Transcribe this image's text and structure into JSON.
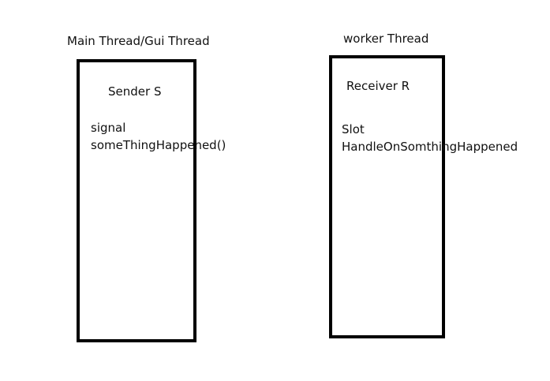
{
  "left_column": {
    "heading": "Main Thread/Gui Thread",
    "box_title": "Sender S",
    "line1": "signal",
    "line2": "someThingHappened()"
  },
  "right_column": {
    "heading": "worker Thread",
    "box_title": "Receiver R",
    "line1": "Slot",
    "line2": "HandleOnSomthingHappened"
  }
}
